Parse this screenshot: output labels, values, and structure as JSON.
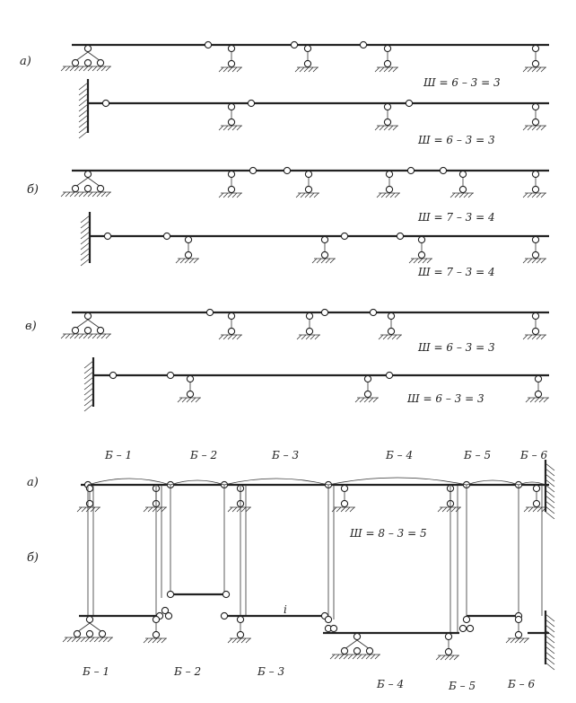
{
  "labels": {
    "a": "а)",
    "b": "б)",
    "v": "в)",
    "a2": "а)",
    "b2": "б)"
  },
  "formulas": {
    "f1": "Ш = 6 – 3 = 3",
    "f2": "Ш = 6 – 3 = 3",
    "f3": "Ш = 7 – 3 = 4",
    "f4": "Ш = 7 – 3 = 4",
    "f5": "Ш = 6 – 3 = 3",
    "f6": "Ш = 6 – 3 = 3",
    "f7": "Ш = 8 – 3 = 5"
  },
  "beams_top": [
    "Б – 1",
    "Б – 2",
    "Б – 3",
    "Б – 4",
    "Б – 5",
    "Б – 6"
  ],
  "beams_bottom": [
    "Б – 1",
    "Б – 2",
    "Б – 3",
    "Б – 4",
    "Б – 5",
    "Б – 6"
  ],
  "extra_mark": "i"
}
